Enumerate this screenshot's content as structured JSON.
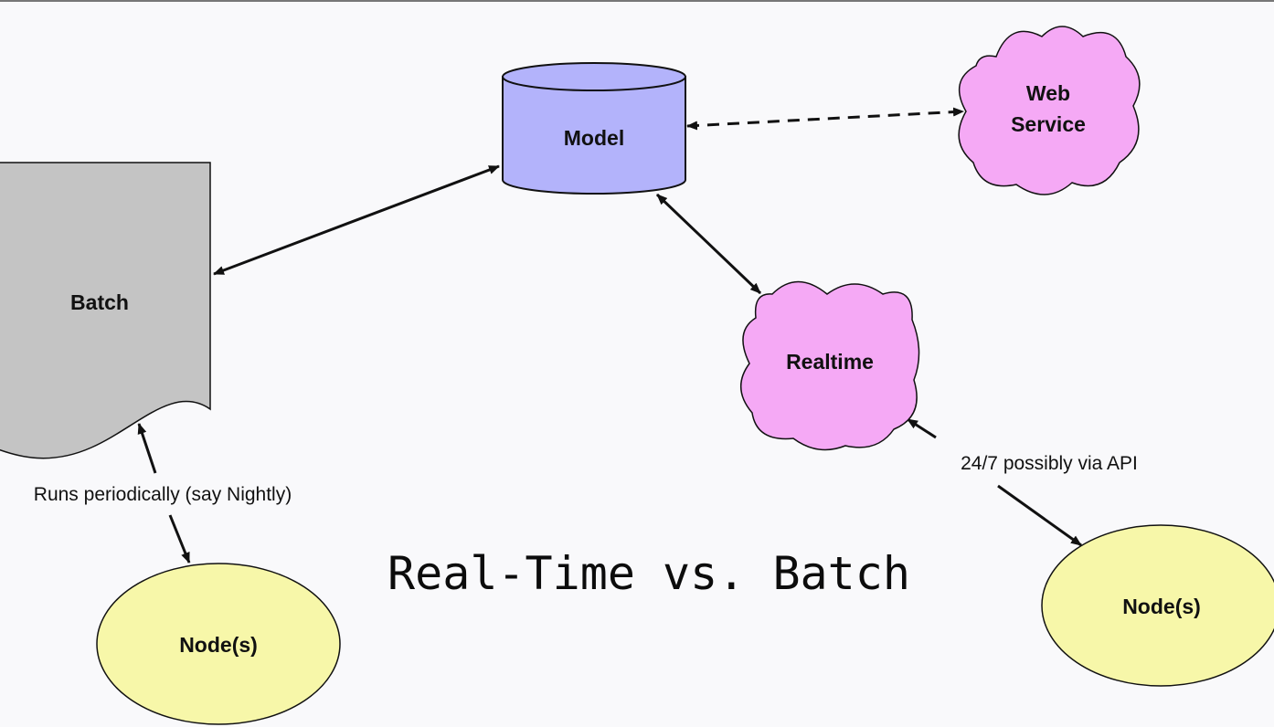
{
  "title": "Real-Time vs. Batch",
  "nodes": {
    "model": {
      "label": "Model",
      "color": "#b3b3fb"
    },
    "web_service": {
      "label_line1": "Web",
      "label_line2": "Service",
      "color": "#f5a9f5"
    },
    "batch": {
      "label": "Batch",
      "color": "#c4c4c4"
    },
    "realtime": {
      "label": "Realtime",
      "color": "#f5a9f5"
    },
    "batch_nodes": {
      "label": "Node(s)",
      "color": "#f7f7a9"
    },
    "realtime_nodes": {
      "label": "Node(s)",
      "color": "#f7f7a9"
    }
  },
  "edges": {
    "batch_schedule": {
      "label": "Runs periodically (say Nightly)"
    },
    "realtime_api": {
      "label": "24/7 possibly via API"
    }
  }
}
